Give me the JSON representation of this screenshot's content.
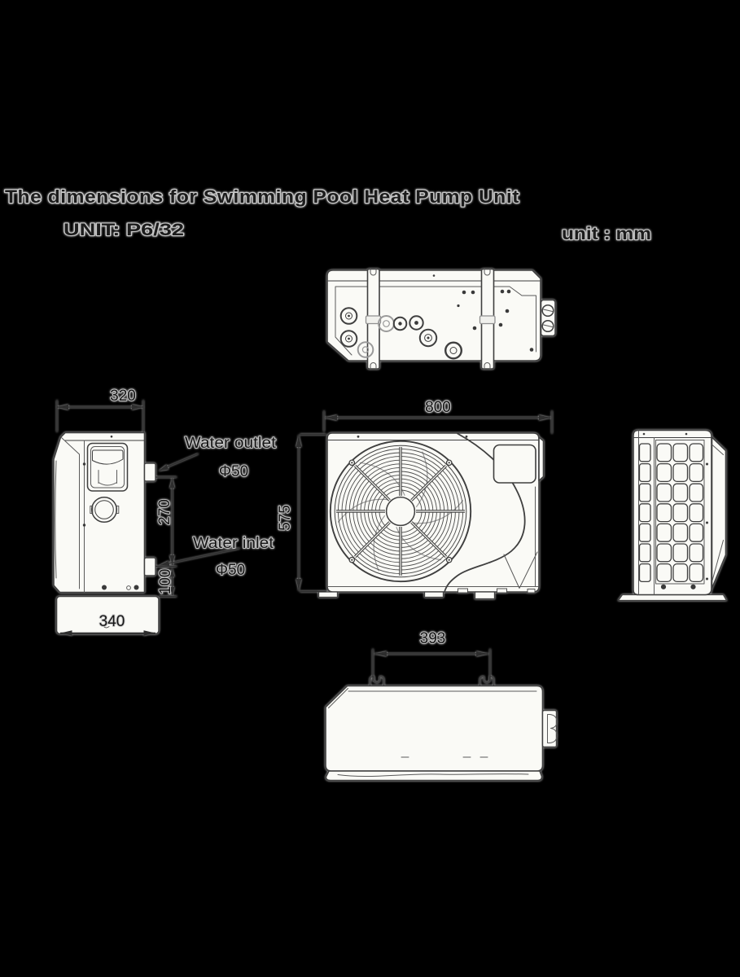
{
  "header": {
    "title": "The dimensions for Swimming Pool Heat Pump Unit",
    "model": "UNIT: P6/32",
    "units": "unit : mm"
  },
  "dimensions": {
    "side_top_width": "320",
    "side_base_width": "340",
    "outlet_to_inlet_spacing": "270",
    "inlet_to_base_height": "100",
    "front_width": "800",
    "front_height": "575",
    "bottom_bracket_width": "393"
  },
  "labels": {
    "water_outlet": "Water outlet",
    "water_outlet_diameter": "Φ50",
    "water_inlet": "Water inlet",
    "water_inlet_diameter": "Φ50"
  },
  "colors": {
    "background": "#000000",
    "line": "#3f3f3f",
    "panel_fill": "#fafaf6",
    "text": "#1c1c1c",
    "text_halo": "#c8c8c8"
  }
}
